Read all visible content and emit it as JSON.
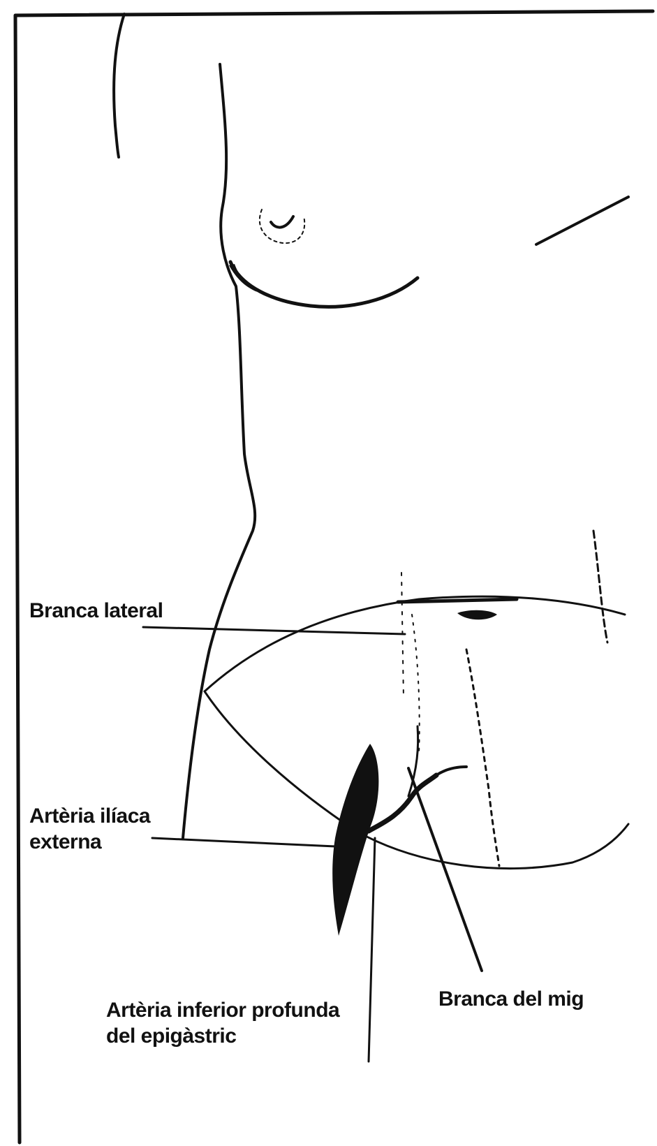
{
  "labels": {
    "branca_lateral": "Branca lateral",
    "arteria_iliaca_externa_line1": "Artèria ilíaca",
    "arteria_iliaca_externa_line2": "externa",
    "arteria_inferior_line1": "Artèria inferior profunda",
    "arteria_inferior_line2": "del epigàstric",
    "branca_del_mig": "Branca del mig"
  },
  "colors": {
    "ink": "#111111",
    "background": "#ffffff"
  }
}
